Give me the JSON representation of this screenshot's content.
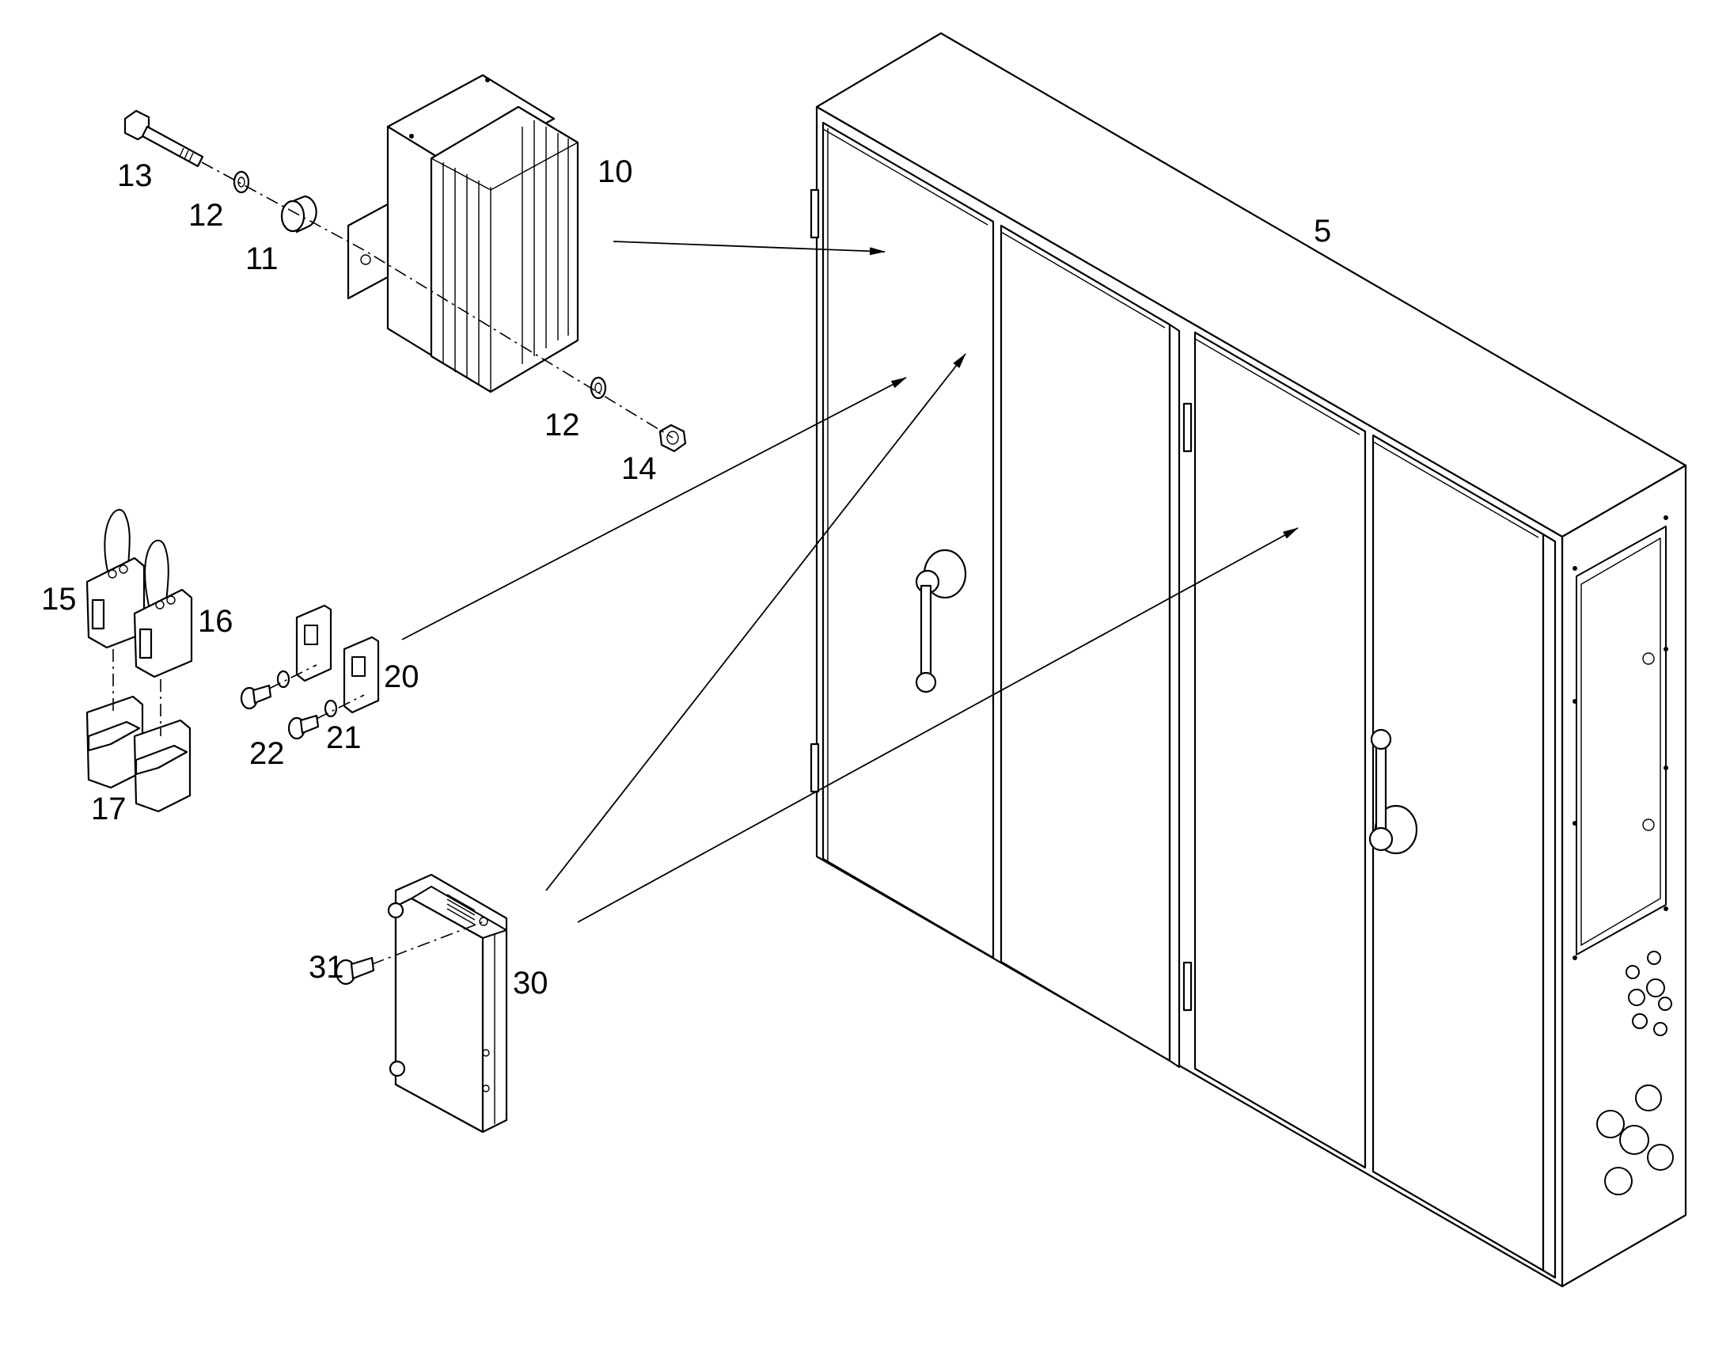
{
  "callouts": {
    "c5": "5",
    "c10": "10",
    "c11": "11",
    "c12a": "12",
    "c12b": "12",
    "c13": "13",
    "c14": "14",
    "c15": "15",
    "c16": "16",
    "c17": "17",
    "c20": "20",
    "c21": "21",
    "c22": "22",
    "c30": "30",
    "c31": "31"
  }
}
